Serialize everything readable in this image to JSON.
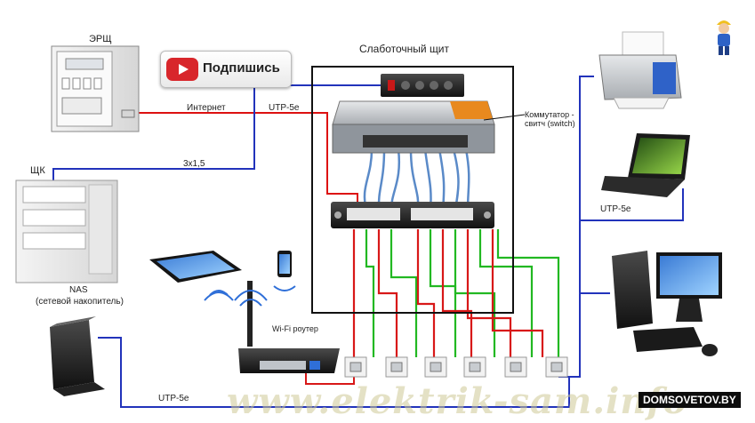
{
  "labels": {
    "erschit": "ЭРЩ",
    "shchk": "ЩК",
    "low_current_panel": "Слаботочный щит",
    "internet": "Интернет",
    "utp_top": "UTP-5е",
    "cable_3x15": "3х1,5",
    "switch_line1": "Коммутатор -",
    "switch_line2": "свитч (switch)",
    "nas_line1": "NAS",
    "nas_line2": "(сетевой накопитель)",
    "wifi_router": "Wi-Fi роутер",
    "utp_right": "UTP-5е",
    "utp_bottom": "UTP-5е"
  },
  "subscribe_button": {
    "label": "Подпишись",
    "icon": "youtube-play-icon"
  },
  "watermark": "www.elektrik-sam.info",
  "site_badge": "DOMSOVETOV.BY",
  "colors": {
    "utp_blue": "#2233bb",
    "power_red": "#dd1111",
    "patch_red": "#d81818",
    "patch_green": "#22b822",
    "switch_patch_blue": "#5a8ac8",
    "panel_frame": "#111111"
  },
  "devices": [
    "electric-meter-panel",
    "distribution-panel",
    "power-strip",
    "network-switch",
    "patch-panel",
    "wifi-router",
    "nas-drive",
    "tablet",
    "smartphone",
    "printer",
    "laptop",
    "desktop-computer",
    "ethernet-wall-socket"
  ]
}
